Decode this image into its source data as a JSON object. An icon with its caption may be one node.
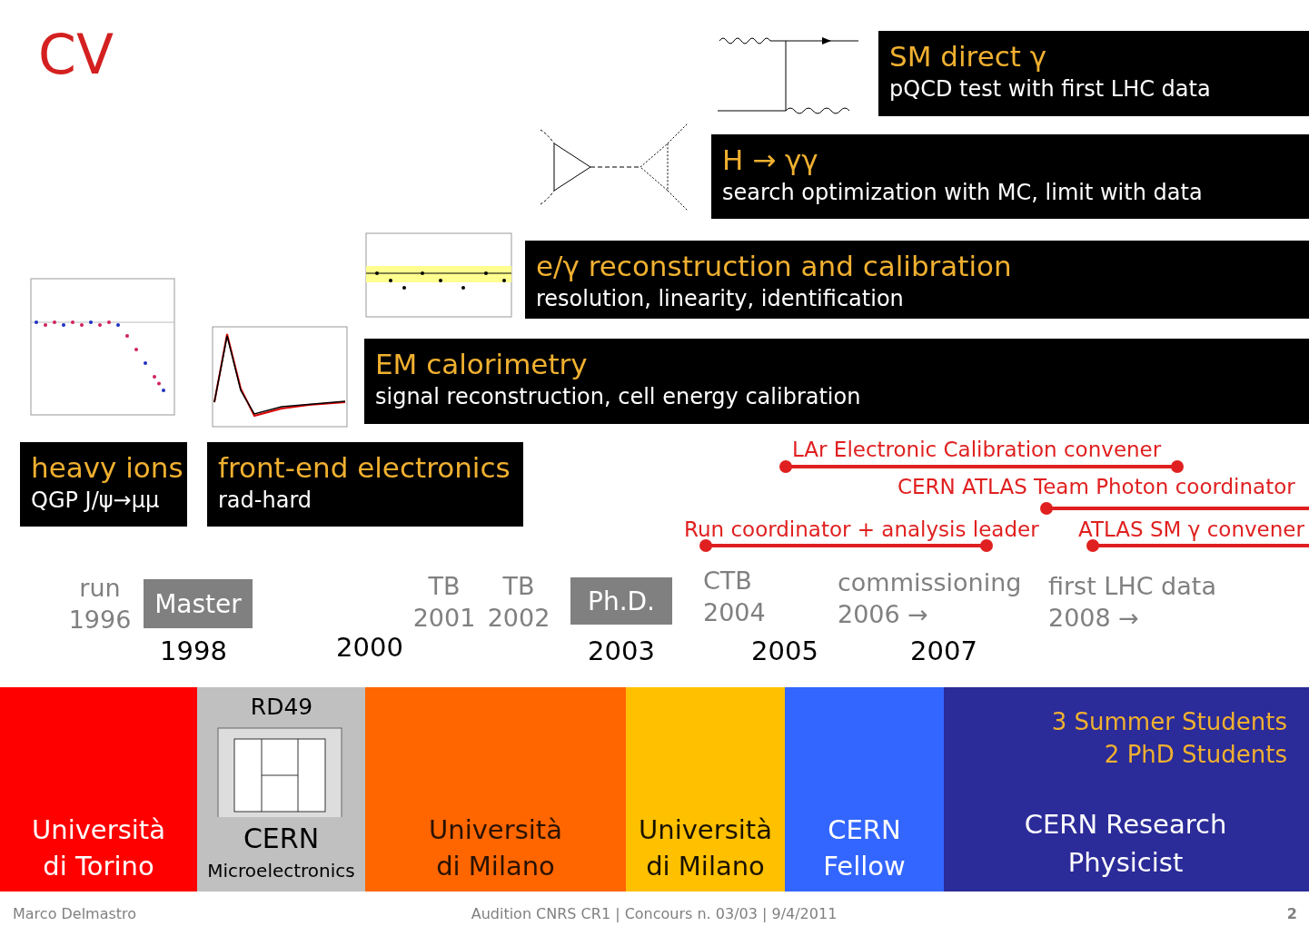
{
  "diagram": {
    "title": "CV",
    "nodes": [
      {
        "text": [
          "SM direct γ",
          "pQCD test with first LHC data"
        ]
      },
      {
        "text": [
          "H → γγ",
          "search optimization with MC, limit with data"
        ]
      },
      {
        "text": [
          "e/γ reconstruction and calibration",
          "resolution, linearity,  identification"
        ]
      },
      {
        "text": [
          "EM calorimetry",
          "signal reconstruction, cell energy calibration"
        ]
      },
      {
        "text": [
          "heavy ions",
          "QGP J/ψ→μμ"
        ]
      },
      {
        "text": [
          "front-end electronics",
          "rad-hard"
        ]
      },
      {
        "text": [
          "Master"
        ]
      },
      {
        "text": [
          "Ph.D."
        ]
      },
      {
        "text": [
          "Università di Torino"
        ]
      },
      {
        "text": [
          "CERN",
          "Microelectronics"
        ]
      },
      {
        "text": [
          "Università di Milano"
        ]
      },
      {
        "text": [
          "Università di Milano"
        ]
      },
      {
        "text": [
          "CERN Fellow"
        ]
      },
      {
        "text": [
          "3 Summer Students 2 PhD Students",
          "CERN Research Physicist"
        ]
      }
    ],
    "edges": [],
    "labels": [
      "LAr  Electronic Calibration convener",
      "CERN ATLAS Team Photon coordinator",
      "Run coordinator + analysis leader",
      "ATLAS SM γ convener",
      "run 1996",
      "TB 2001",
      "TB 2002",
      "CTB 2004",
      "commissioning 2006 →",
      "first LHC data 2008 →",
      "1998",
      "2000",
      "2003",
      "2005",
      "2007",
      "RD49",
      "Marco Delmastro",
      "Audition CNRS CR1 | Concours n. 03/03 | 9/4/2011",
      "2"
    ]
  }
}
